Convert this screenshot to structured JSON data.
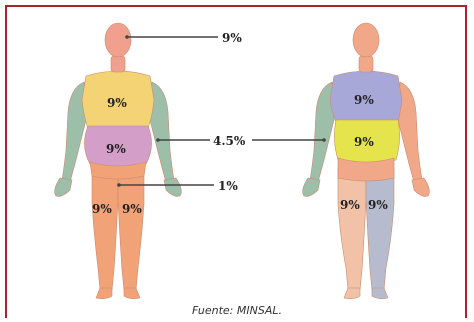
{
  "figure": {
    "source": "Fuente: MINSAL.",
    "colors": {
      "frame": "#b01f2e",
      "skin": "#f0a888",
      "head": "#f2a08e",
      "torso": "#f3d374",
      "abdomen": "#d39ec8",
      "arm": "#9dbfaa",
      "leg": "#f2a277",
      "back_upper": "#a7a8d8",
      "back_lower": "#e6e44c",
      "back_leg_left": "#f1c2a7",
      "back_leg_right": "#b6bccd"
    },
    "front": {
      "chest_label": "9%",
      "abdomen_label": "9%",
      "left_leg_label": "9%",
      "right_leg_label": "9%"
    },
    "back": {
      "upper_label": "9%",
      "lower_label": "9%",
      "left_leg_label": "9%",
      "right_leg_label": "9%"
    },
    "callouts": {
      "head": "9%",
      "arm": "4.5%",
      "groin": "1%"
    }
  }
}
